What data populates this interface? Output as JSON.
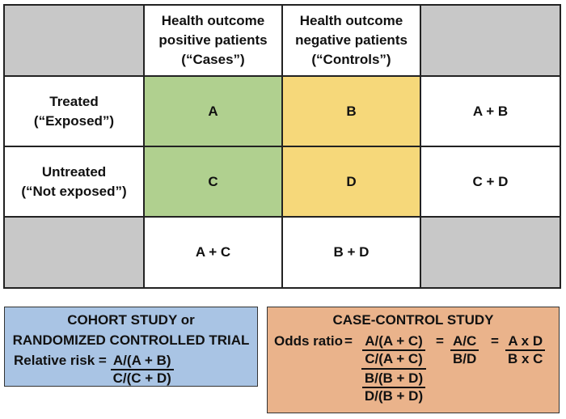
{
  "table": {
    "header": [
      "",
      "Health outcome\npositive patients\n(“Cases”)",
      "Health outcome\nnegative patients\n(“Controls”)",
      ""
    ],
    "rows": [
      [
        "Treated\n(“Exposed”)",
        "A",
        "B",
        "A + B"
      ],
      [
        "Untreated\n(“Not exposed”)",
        "C",
        "D",
        "C + D"
      ],
      [
        "",
        "A + C",
        "B + D",
        ""
      ]
    ],
    "colors": {
      "gray": "#c8c8c8",
      "green": "#b0d08f",
      "yellow": "#f6d87a",
      "border": "#222222"
    }
  },
  "cohort_box": {
    "title_line1": "COHORT STUDY or",
    "title_line2": "RANDOMIZED CONTROLLED TRIAL",
    "label": "Relative risk",
    "eq": "=",
    "num": "A/(A + B)",
    "den": "C/(C + D)",
    "color": "#a9c4e4"
  },
  "case_control_box": {
    "title": "CASE-CONTROL STUDY",
    "label": "Odds ratio",
    "eq1": "=",
    "big_top_num": "A/(A + C)",
    "big_top_den": "C/(A + C)",
    "big_bot_num": "B/(B + D)",
    "big_bot_den": "D/(B + D)",
    "eq2": "=",
    "simple_num": "A/C",
    "simple_den": "B/D",
    "eq3": "=",
    "final_num": "A x D",
    "final_den": "B x C",
    "color": "#eab38b"
  }
}
